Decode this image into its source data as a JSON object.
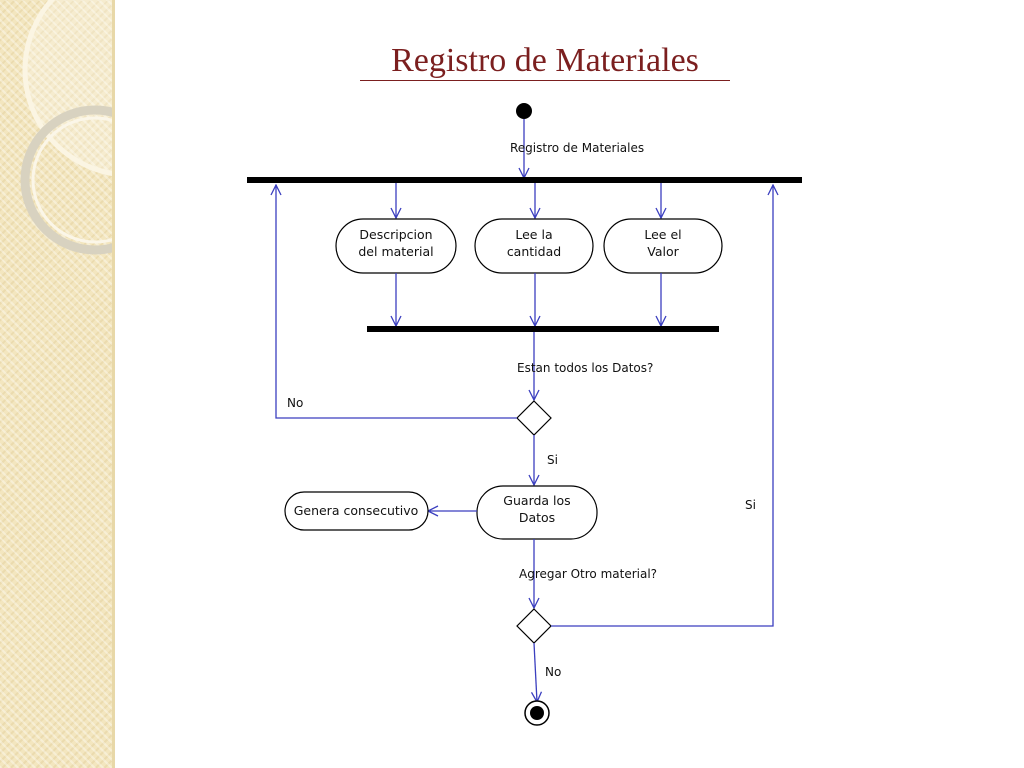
{
  "slide": {
    "title": "Registro de Materiales"
  },
  "diagram": {
    "initial_label": "Registro de Materiales",
    "activities": {
      "descripcion": [
        "Descripcion",
        "del material"
      ],
      "cantidad": [
        "Lee la",
        "cantidad"
      ],
      "valor": [
        "Lee el",
        "Valor"
      ],
      "guarda": [
        "Guarda los",
        "Datos"
      ],
      "genera": [
        "Genera consecutivo"
      ]
    },
    "decision1": {
      "question": "Estan todos los Datos?",
      "no_label": "No",
      "yes_label": "Si"
    },
    "decision2": {
      "question": "Agregar Otro material?",
      "yes_label": "Si",
      "no_label": "No"
    }
  },
  "colors": {
    "title": "#7b1f1f",
    "arrow": "#3b3fbf",
    "sidebar": "#f3e6bf"
  }
}
